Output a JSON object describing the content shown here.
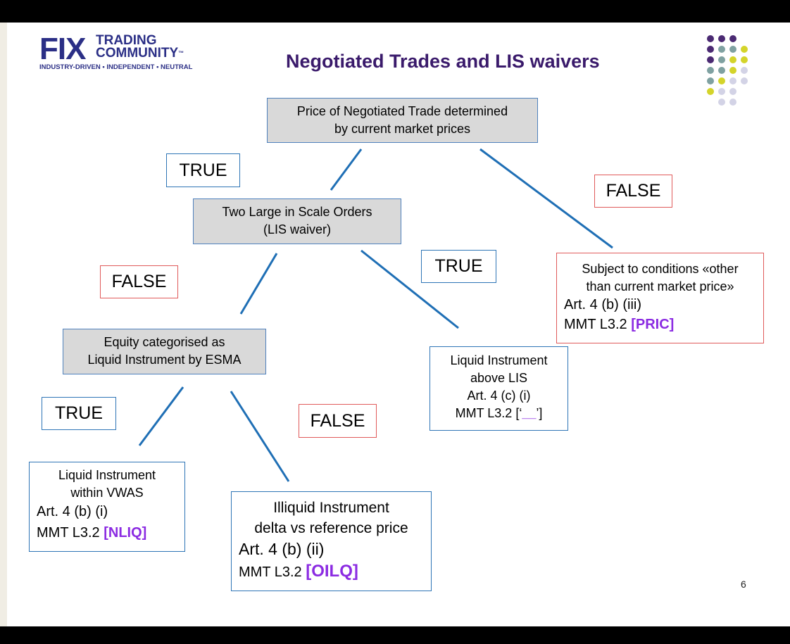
{
  "logo": {
    "fix": "FIX",
    "line1": "TRADING",
    "line2": "COMMUNITY",
    "tm": "™",
    "tagline": "INDUSTRY-DRIVEN • INDEPENDENT • NEUTRAL"
  },
  "title": "Negotiated Trades and LIS waivers",
  "colors": {
    "title": "#3a1a6b",
    "logo": "#2b2f86",
    "connector": "#1f6fb5",
    "code": "#8b2be2",
    "dot_purple": "#4b2a73",
    "dot_teal": "#7fa1a1",
    "dot_yellow": "#d4d42a",
    "dot_light": "#d3d3e6"
  },
  "nodes": {
    "root": {
      "l1": "Price of Negotiated Trade determined",
      "l2": "by current market prices"
    },
    "lis": {
      "l1": "Two Large in Scale Orders",
      "l2": "(LIS waiver)"
    },
    "equity": {
      "l1": "Equity categorised as",
      "l2": "Liquid Instrument by ESMA"
    },
    "pric": {
      "l1": "Subject to conditions «other",
      "l2": "than current market price»",
      "l3": "Art. 4 (b) (iii)",
      "l4_prefix": "MMT L3.2 ",
      "code": "[PRIC]"
    },
    "above_lis": {
      "l1": "Liquid Instrument",
      "l2": "above LIS",
      "l3": "Art. 4 (c) (i)",
      "l4_prefix": "MMT L3.2 [‘",
      "code": "__",
      "l4_suffix": "’]"
    },
    "nliq": {
      "l1": "Liquid Instrument",
      "l2": "within VWAS",
      "l3": "Art. 4 (b) (i)",
      "l4_prefix": "MMT L3.2 ",
      "code": "[NLIQ]"
    },
    "oilq": {
      "l1": "Illiquid Instrument",
      "l2": "delta vs reference  price",
      "l3": "Art. 4 (b) (ii)",
      "l4_prefix": "MMT L3.2 ",
      "code": "[OILQ]"
    }
  },
  "labels": {
    "true_root": "TRUE",
    "false_root": "FALSE",
    "false_lis": "FALSE",
    "true_lis": "TRUE",
    "true_equity": "TRUE",
    "false_equity": "FALSE"
  },
  "page_number": "6"
}
